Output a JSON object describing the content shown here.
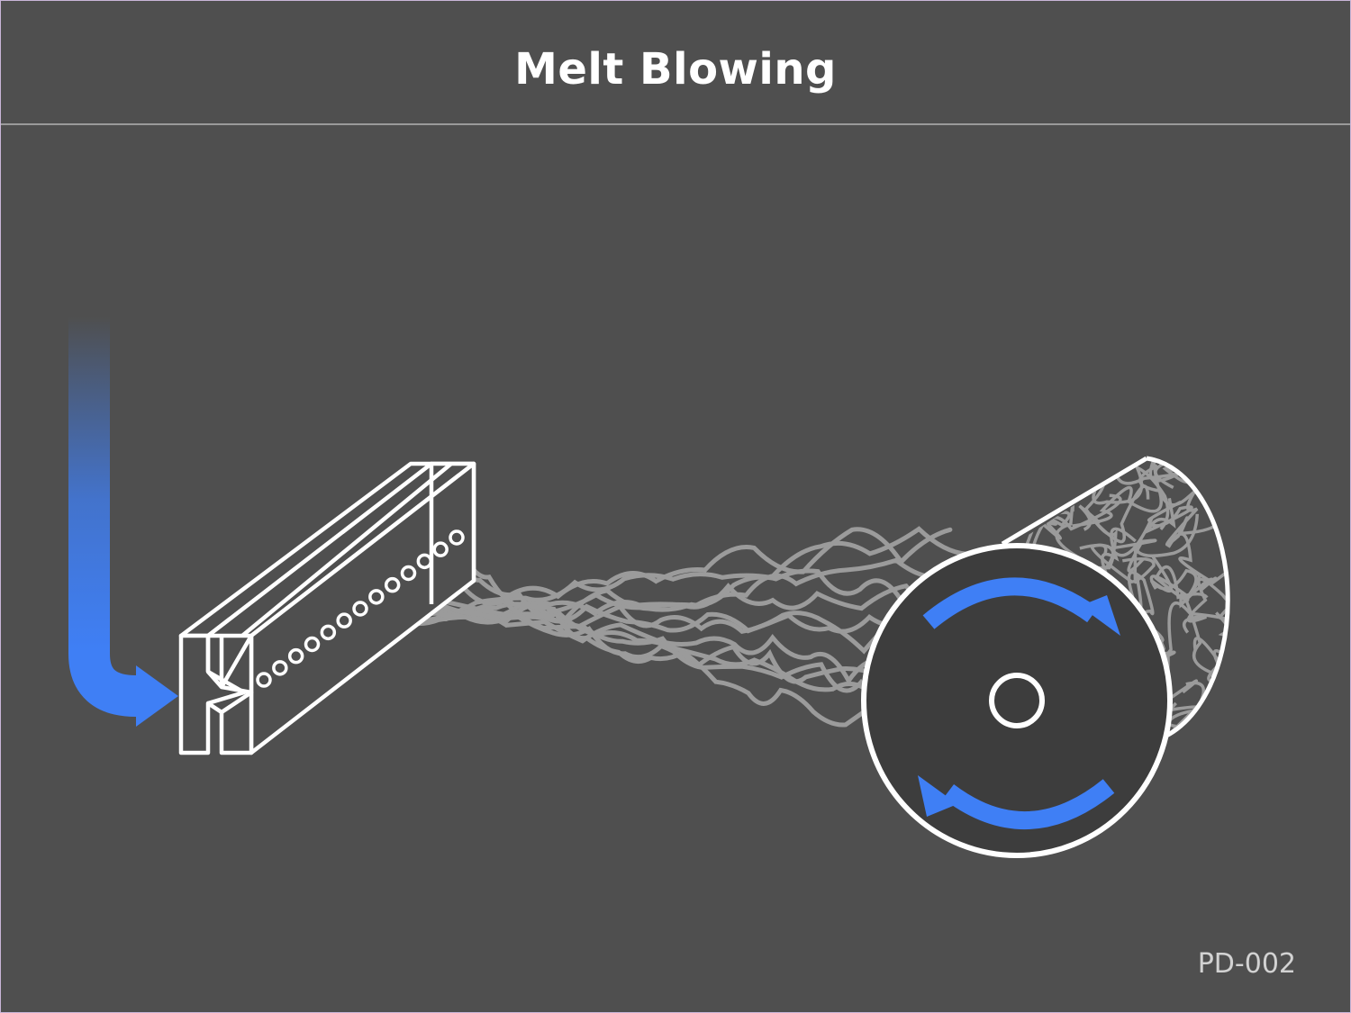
{
  "header": {
    "title": "Melt Blowing"
  },
  "footer": {
    "code": "PD-002"
  },
  "colors": {
    "background": "#4f4f4f",
    "accent_blue": "#3f7ff5",
    "fiber_gray": "#9b9b9b",
    "outline_white": "#ffffff",
    "roller_face": "#3d3d3d"
  },
  "icons": {
    "feed": "polymer-feed-arrow-icon",
    "die": "die-block-icon",
    "collector": "collector-roller-icon",
    "rotation": "rotation-arrow-icon"
  },
  "diagram": {
    "nozzle_count": 13,
    "fiber_count": 12
  }
}
